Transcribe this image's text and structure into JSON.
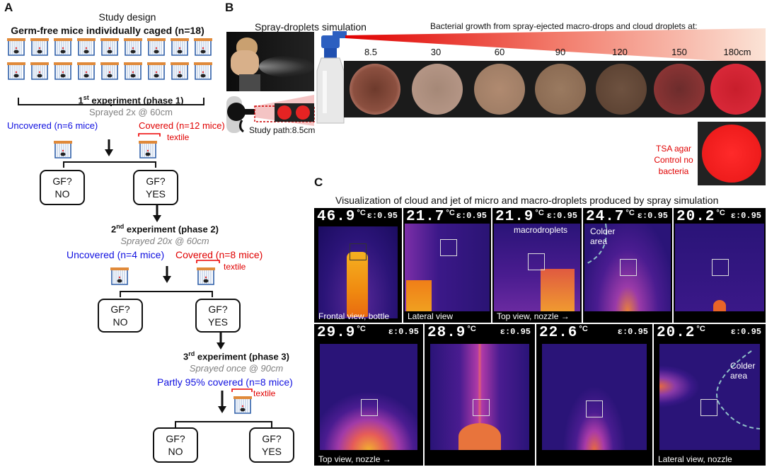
{
  "panel_a": {
    "label": "A",
    "title": "Study design",
    "subtitle": "Germ-free mice individually caged (n=18)",
    "exp1": {
      "title_num": "1",
      "title_sup": "st",
      "title_rest": " experiment (phase 1)",
      "spray": "Sprayed 2x @ 60cm",
      "uncovered": "Uncovered (n=6 mice)",
      "covered": "Covered (n=12 mice)",
      "textile": "textile"
    },
    "exp2": {
      "title_num": "2",
      "title_sup": "nd",
      "title_rest": " experiment (phase 2)",
      "spray": "Sprayed 20x @ 60cm",
      "uncovered": "Uncovered (n=4 mice)",
      "covered": "Covered (n=8 mice)",
      "textile": "textile"
    },
    "exp3": {
      "title_num": "3",
      "title_sup": "rd",
      "title_rest": " experiment (phase 3)",
      "spray": "Sprayed once @ 90cm",
      "covered": "Partly 95% covered (n=8 mice)",
      "textile": "textile"
    },
    "gf_no": "GF?\nNO",
    "gf_yes": "GF?\nYES",
    "gf_q": "GF?",
    "no": "NO",
    "yes": "YES"
  },
  "panel_b": {
    "label": "B",
    "title": "Spray-droplets simulation",
    "growth_title": "Bacterial growth from spray-ejected macro-drops and cloud droplets at:",
    "distances": [
      "8.5",
      "30",
      "60",
      "90",
      "120",
      "150",
      "180cm"
    ],
    "study_path": "Study path:8.5cm",
    "control": [
      "TSA agar",
      "Control no",
      "bacteria"
    ]
  },
  "panel_c": {
    "label": "C",
    "title": "Visualization of cloud and jet of micro and macro-droplets produced by spray simulation",
    "emissivity": "ɛ:0.95",
    "unit": "°C",
    "top_row": [
      {
        "temp": "46.9",
        "caption": "Frontal view, bottle"
      },
      {
        "temp": "21.7",
        "caption": "Lateral view"
      },
      {
        "temp": "21.9",
        "caption": "Top view, nozzle →",
        "annotation": "macrodroplets"
      },
      {
        "temp": "24.7",
        "caption": "",
        "annotation": "Colder area"
      },
      {
        "temp": "20.2",
        "caption": ""
      }
    ],
    "bottom_row": [
      {
        "temp": "29.9",
        "caption": "Top view, nozzle →"
      },
      {
        "temp": "28.9",
        "caption": ""
      },
      {
        "temp": "22.6",
        "caption": ""
      },
      {
        "temp": "20.2",
        "caption": "Lateral view, nozzle",
        "annotation": "Colder area"
      }
    ]
  }
}
